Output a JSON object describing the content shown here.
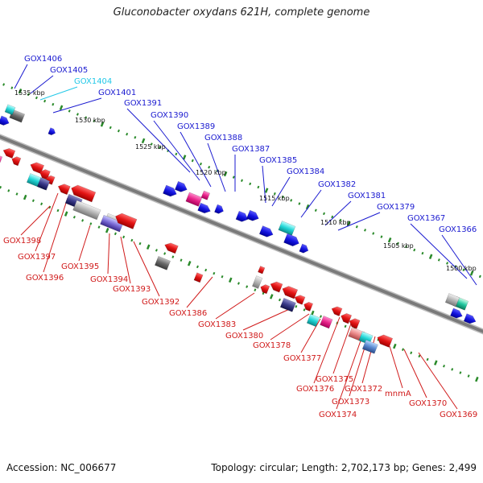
{
  "header": {
    "title": "Gluconobacter oxydans 621H, complete genome"
  },
  "footer": {
    "accession": "Accession: NC_006677",
    "summary": "Topology: circular; Length: 2,702,173 bp; Genes: 2,499"
  },
  "scale_labels": [
    "1535 kbp",
    "1530 kbp",
    "1525 kbp",
    "1520 kbp",
    "1515 kbp",
    "1510 kbp",
    "1505 kbp",
    "1500 kbp"
  ],
  "colors": {
    "forward_gene": "#1a1ae6",
    "reverse_gene": "#e61a1a",
    "forward_label": "#1a1ad0",
    "reverse_label": "#d01a1a",
    "highlight_label": "#22c8e8",
    "backbone": "#7a7a7a",
    "tick": "#2a8a2a"
  },
  "forward_labels": [
    "GOX1406",
    "GOX1405",
    "GOX1404",
    "GOX1401",
    "GOX1391",
    "GOX1390",
    "GOX1389",
    "GOX1388",
    "GOX1387",
    "GOX1385",
    "GOX1384",
    "GOX1382",
    "GOX1381",
    "GOX1379",
    "GOX1367",
    "GOX1366"
  ],
  "reverse_labels": [
    "GOX1398",
    "GOX1397",
    "GOX1396",
    "GOX1395",
    "GOX1394",
    "GOX1393",
    "GOX1392",
    "GOX1386",
    "GOX1383",
    "GOX1380",
    "GOX1378",
    "GOX1377",
    "GOX1375",
    "GOX1376",
    "GOX1372",
    "GOX1373",
    "GOX1374",
    "mnmA",
    "GOX1370",
    "GOX1369"
  ]
}
